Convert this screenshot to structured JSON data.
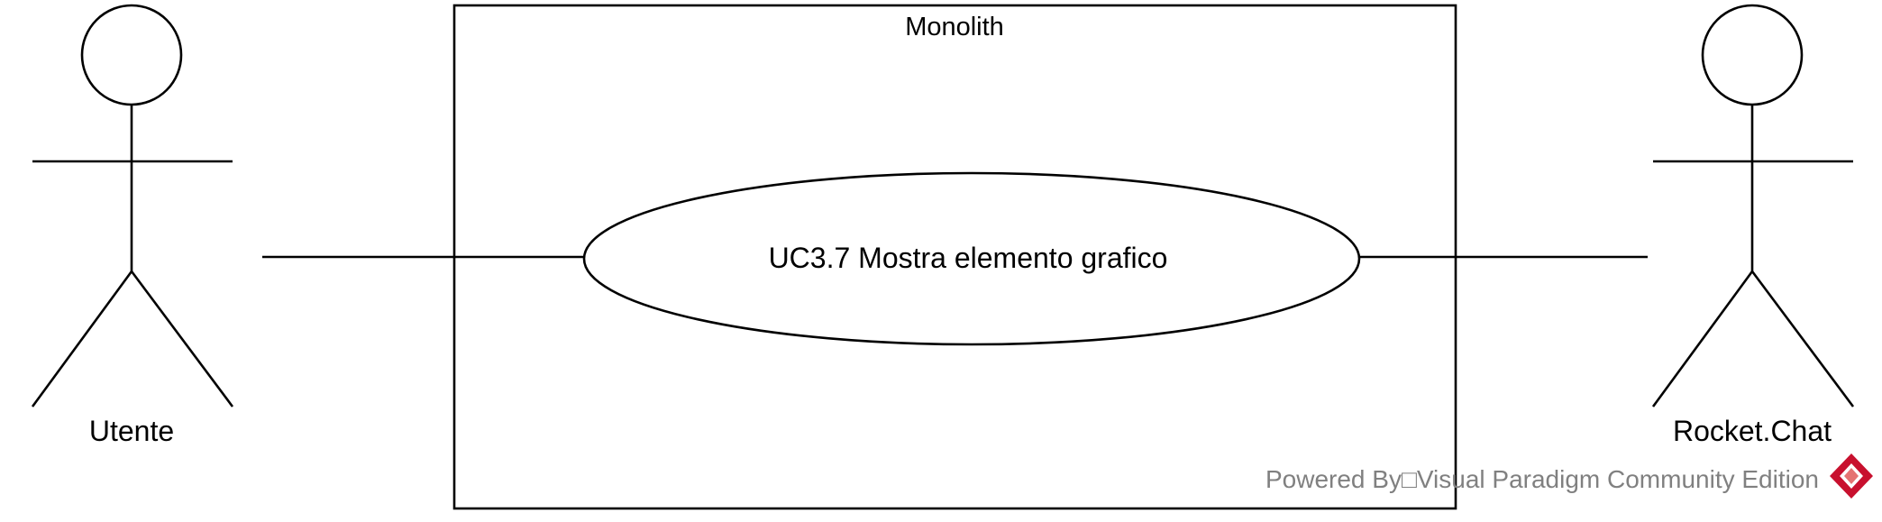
{
  "system": {
    "name": "Monolith"
  },
  "use_case": {
    "label": "UC3.7 Mostra elemento grafico"
  },
  "actors": {
    "left": {
      "name": "Utente"
    },
    "right": {
      "name": "Rocket.Chat"
    }
  },
  "watermark": {
    "text": "Powered By□Visual Paradigm Community Edition",
    "logo_colors": [
      "#c8102e",
      "#e57373"
    ]
  },
  "colors": {
    "stroke": "#000000",
    "background": "#ffffff",
    "watermark_text": "#808080"
  }
}
